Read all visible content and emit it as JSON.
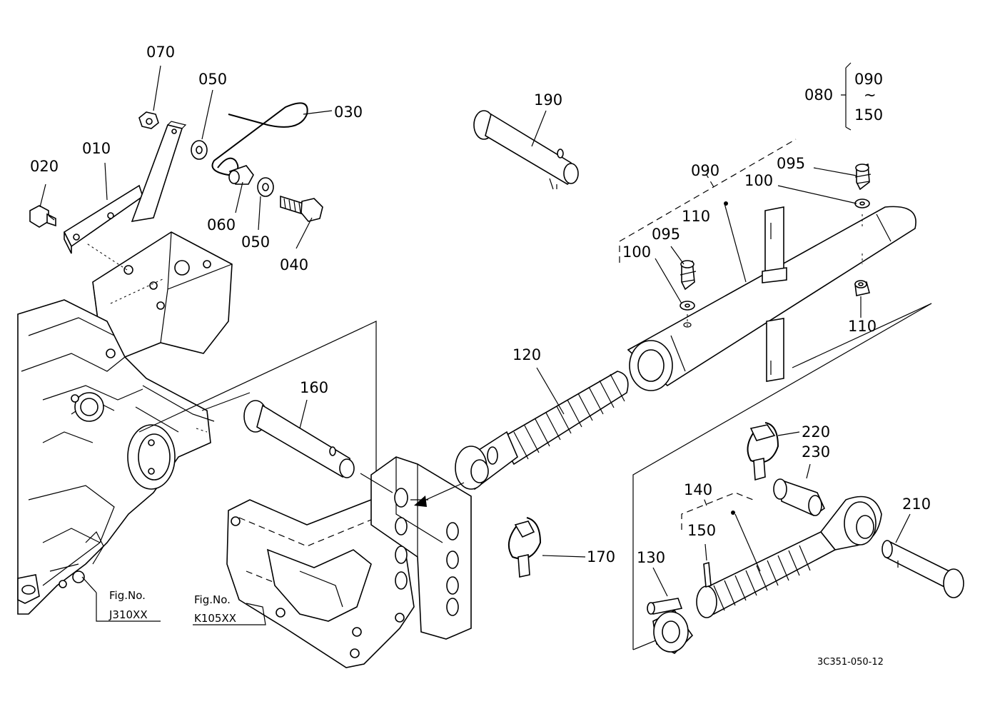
{
  "labels": {
    "p010": "010",
    "p020": "020",
    "p030": "030",
    "p040": "040",
    "p050a": "050",
    "p050b": "050",
    "p060": "060",
    "p070": "070",
    "p080": "080",
    "p090_range_start": "090",
    "p090_range_sep": "~",
    "p150_range_end": "150",
    "p090": "090",
    "p095a": "095",
    "p095b": "095",
    "p100a": "100",
    "p100b": "100",
    "p110a": "110",
    "p110b": "110",
    "p120": "120",
    "p130": "130",
    "p140": "140",
    "p150": "150",
    "p160": "160",
    "p170": "170",
    "p190": "190",
    "p210": "210",
    "p220": "220",
    "p230": "230"
  },
  "figure_refs": {
    "j310_title": "Fig.No.",
    "j310_code": "J310XX",
    "k105_title": "Fig.No.",
    "k105_code": "K105XX"
  },
  "drawing_code": "3C351-050-12"
}
